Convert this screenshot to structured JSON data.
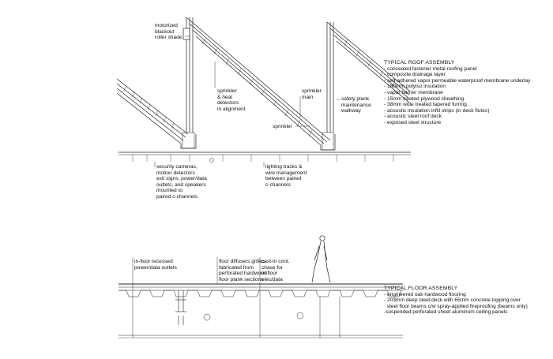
{
  "roof_callouts": {
    "shade": [
      "motorized",
      "blackout",
      "roller shade"
    ],
    "sprinkler_heat": [
      "sprinkler",
      "& heat",
      "detectors",
      "in alignment"
    ],
    "sprinkler_main": [
      "sprinkler",
      "main"
    ],
    "sprinkler": "sprinkler",
    "walkway": [
      "safety plank",
      "maintenance",
      "walkway"
    ],
    "security": [
      "security cameras,",
      "motion detectors",
      "exit signs, power/data",
      "outlets, and speakers",
      "mounted to",
      "paired c-channels"
    ],
    "lighting": [
      "lighting tracks &",
      "wire management",
      "between paired",
      "c-channels"
    ]
  },
  "roof_assembly": {
    "title": "TYPICAL ROOF ASSEMBLY",
    "items": [
      "- concealed fastener metal roofing panel",
      "- composite drainage layer",
      "- self-adhered vapor permeable waterproof membrane underlay",
      "- 180mm polyiso insulation",
      "- vapor barrier membrane",
      "- 15mm treated plywood sheathing",
      "- 38mm wide treated tapered furring",
      "- acoustic insulation infill strips (in deck flutes)",
      "- acoustic steel roof deck",
      "- exposed steel structure"
    ]
  },
  "floor_callouts": {
    "outlets": [
      "in-floor recessed",
      "power/data outlets"
    ],
    "diffusers": [
      "floor diffusers grilles",
      "fabricated from",
      "perforated hardwood",
      "floor plank sections"
    ],
    "chase": [
      "cast-in cont.",
      "chase for",
      "in-floor",
      "elec/data"
    ]
  },
  "floor_assembly": {
    "title": "TYPICAL FLOOR ASSEMBLY",
    "items": [
      "- engineered oak hardwood flooring",
      "- 203mm deep steel deck with 65mm concrete topping over",
      "  steel floor beams c/w spray-applied fireproofing (beams only)",
      "-suspended perforated sheet aluminum ceiling panels"
    ]
  }
}
